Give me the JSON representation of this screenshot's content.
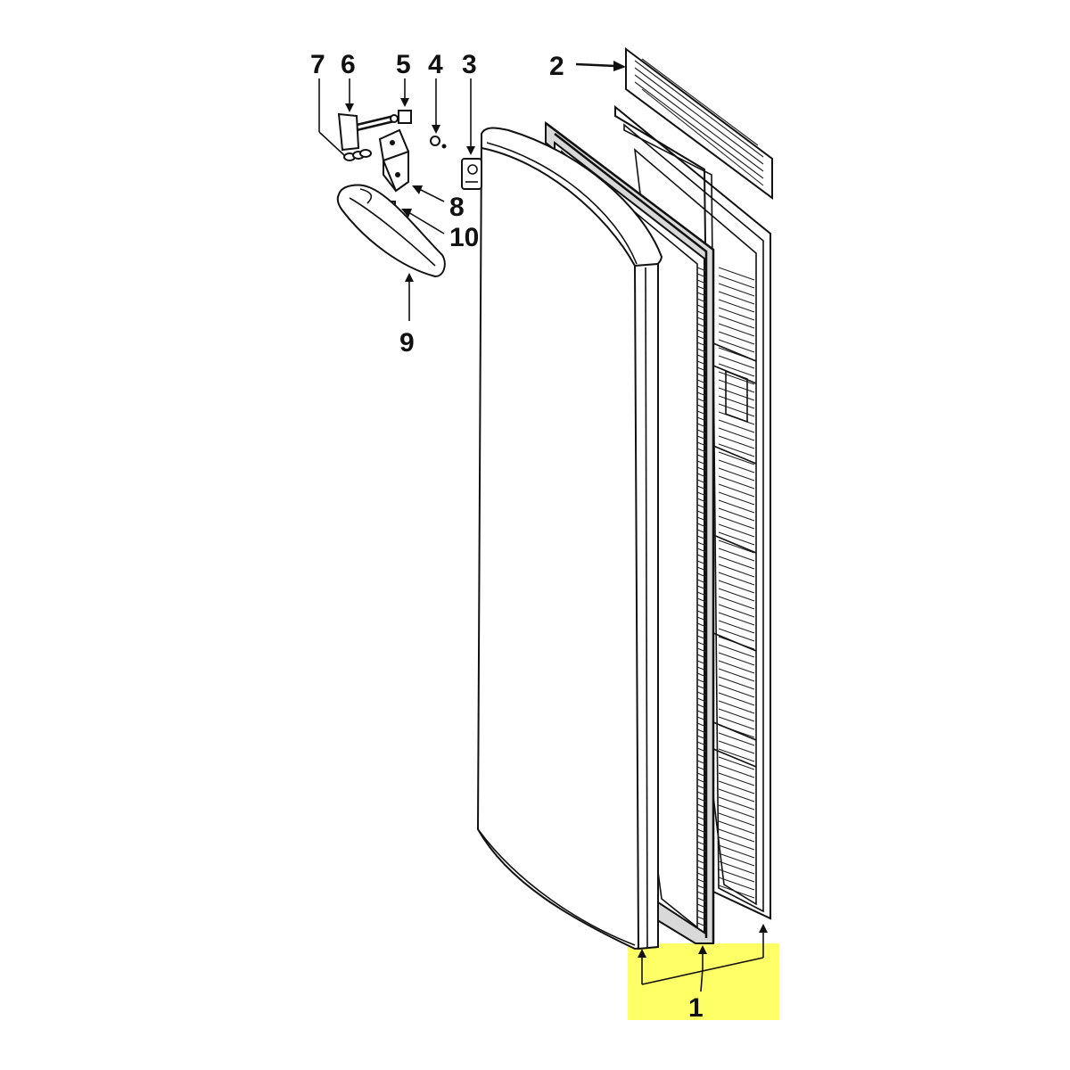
{
  "callouts": [
    {
      "id": "1",
      "label": "1"
    },
    {
      "id": "2",
      "label": "2"
    },
    {
      "id": "3",
      "label": "3"
    },
    {
      "id": "4",
      "label": "4"
    },
    {
      "id": "5",
      "label": "5"
    },
    {
      "id": "6",
      "label": "6"
    },
    {
      "id": "7",
      "label": "7"
    },
    {
      "id": "8",
      "label": "8"
    },
    {
      "id": "9",
      "label": "9"
    },
    {
      "id": "10",
      "label": "10"
    }
  ],
  "colors": {
    "highlight": "#ffff66",
    "ink": "#111111",
    "background": "#ffffff"
  }
}
